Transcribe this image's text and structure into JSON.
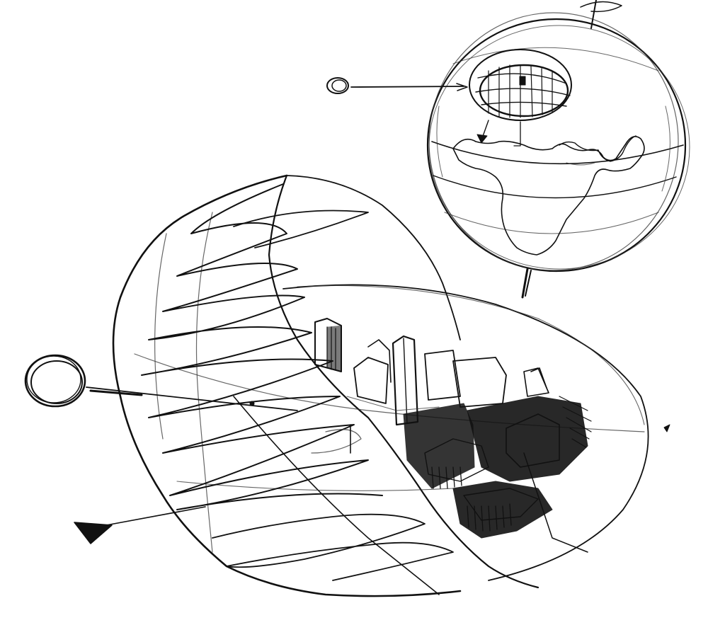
{
  "image": {
    "kind": "pencil sketch",
    "ink_color": "#111111",
    "paper_color": "#ffffff"
  },
  "elements": [
    {
      "name": "globe",
      "icon": "globe-icon"
    },
    {
      "name": "africa-outline",
      "icon": "continent-icon"
    },
    {
      "name": "small-circle-marker",
      "icon": "circle-marker-icon"
    },
    {
      "name": "dome-bubble",
      "icon": "dome-icon"
    },
    {
      "name": "city-skyline",
      "icon": "city-icon"
    },
    {
      "name": "large-circle-marker",
      "icon": "circle-marker-icon"
    },
    {
      "name": "triangle-arrow",
      "icon": "triangle-pointer-icon"
    }
  ]
}
